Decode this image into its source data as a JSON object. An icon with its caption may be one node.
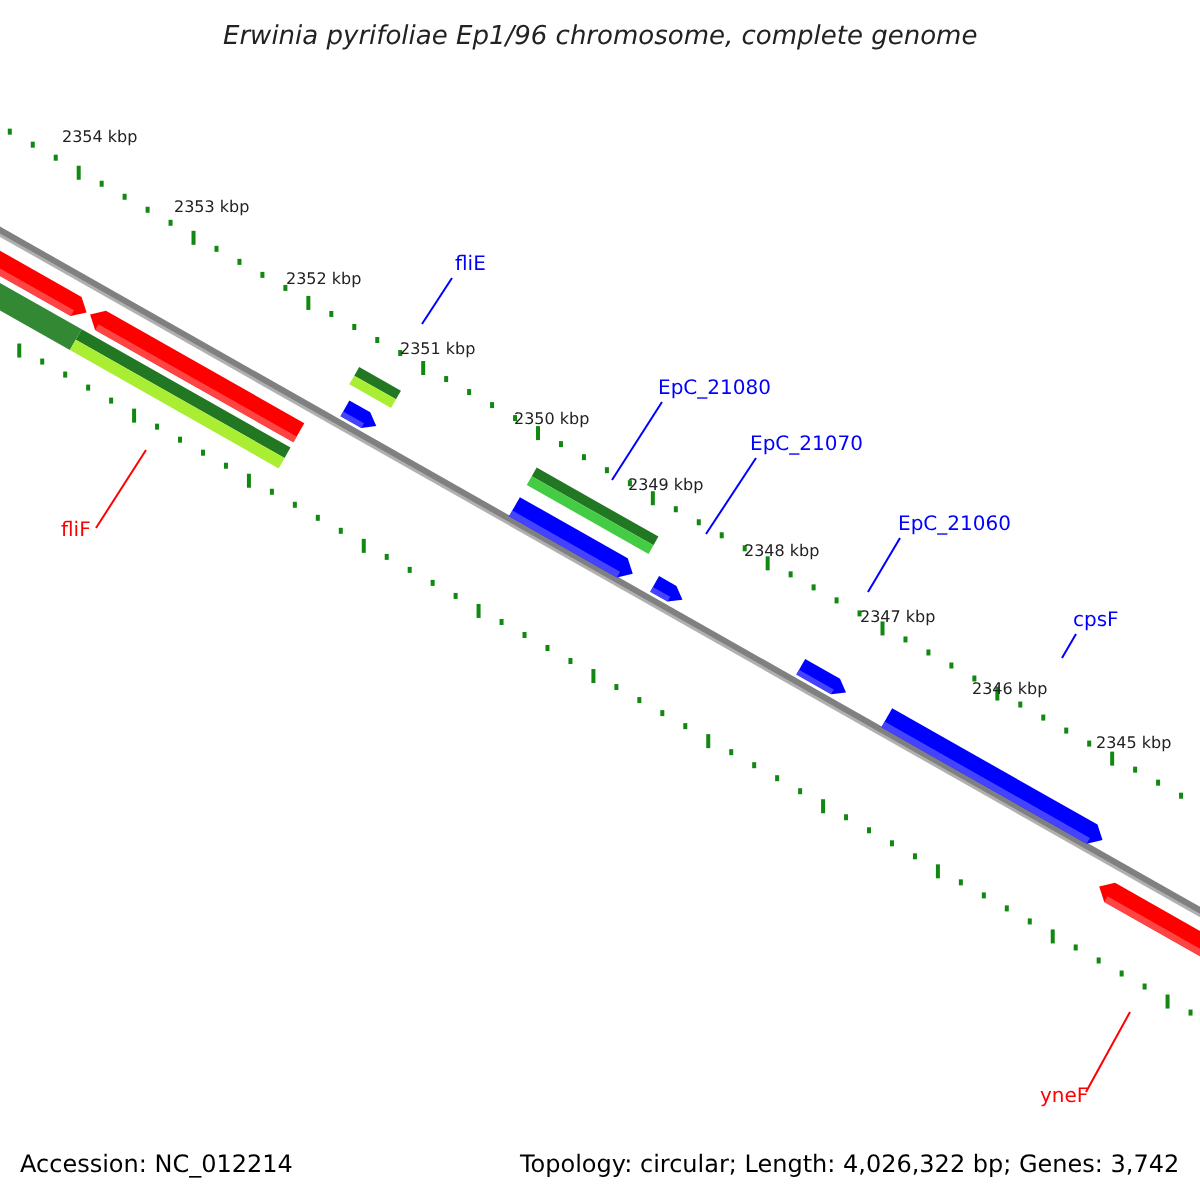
{
  "diagram": {
    "title": "Erwinia pyrifoliae Ep1/96 chromosome, complete genome",
    "nodes": [
      {
        "text": [
          "fliE"
        ]
      },
      {
        "text": [
          "EpC_21080"
        ]
      },
      {
        "text": [
          "EpC_21070"
        ]
      },
      {
        "text": [
          "EpC_21060"
        ]
      },
      {
        "text": [
          "cpsF"
        ]
      },
      {
        "text": [
          "fliF"
        ]
      },
      {
        "text": [
          "yneF"
        ]
      }
    ],
    "edges": [
      {
        "from": 0,
        "to": null,
        "arrow": "none"
      },
      {
        "from": 1,
        "to": null,
        "arrow": "none"
      },
      {
        "from": 2,
        "to": null,
        "arrow": "none"
      },
      {
        "from": 3,
        "to": null,
        "arrow": "none"
      },
      {
        "from": 4,
        "to": null,
        "arrow": "none"
      },
      {
        "from": 5,
        "to": null,
        "arrow": "none",
        "color": "#ff0000"
      },
      {
        "from": 6,
        "to": null,
        "arrow": "none",
        "color": "#ff0000"
      }
    ],
    "labels": [
      "2354 kbp",
      "2353 kbp",
      "2352 kbp",
      "2351 kbp",
      "2350 kbp",
      "2349 kbp",
      "2348 kbp",
      "2347 kbp",
      "2346 kbp",
      "2345 kbp",
      "Accession: NC_012214",
      "Topology: circular; Length: 4,026,322 bp; Genes: 3,742"
    ]
  }
}
